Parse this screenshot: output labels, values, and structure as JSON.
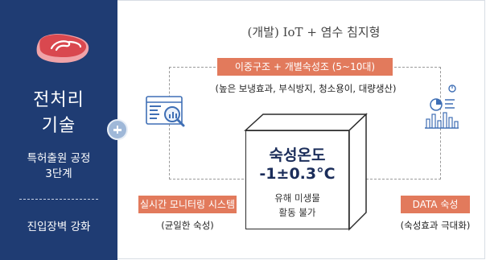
{
  "sidebar": {
    "title_line1": "전처리",
    "title_line2": "기술",
    "sub_line1": "특허출원 공정",
    "sub_line2": "3단계",
    "sub_line3": "진입장벽 강화"
  },
  "heading": "(개발) IoT + 염수 침지형",
  "process_top": {
    "label": "이중구조 + 개별숙성조 (5~10대)",
    "note": "(높은 보냉효과, 부식방지, 청소용이, 대량생산)"
  },
  "process_left": {
    "label": "실시간 모니터링 시스템",
    "note": "(균일한 숙성)"
  },
  "process_right": {
    "label": "DATA 숙성",
    "note": "(숙성효과 극대화)"
  },
  "center": {
    "line1": "숙성온도",
    "line2": "-1±0.3°C",
    "line3": "유해 미생물",
    "line4": "활동 불가"
  },
  "colors": {
    "panel": "#1f3c73",
    "accent": "#e27a5c",
    "plus": "#9fb8d8",
    "icon": "#3f6fb5"
  },
  "icons": [
    "meat-icon",
    "plus-icon",
    "monitor-magnifier-icon",
    "data-chart-icon"
  ]
}
